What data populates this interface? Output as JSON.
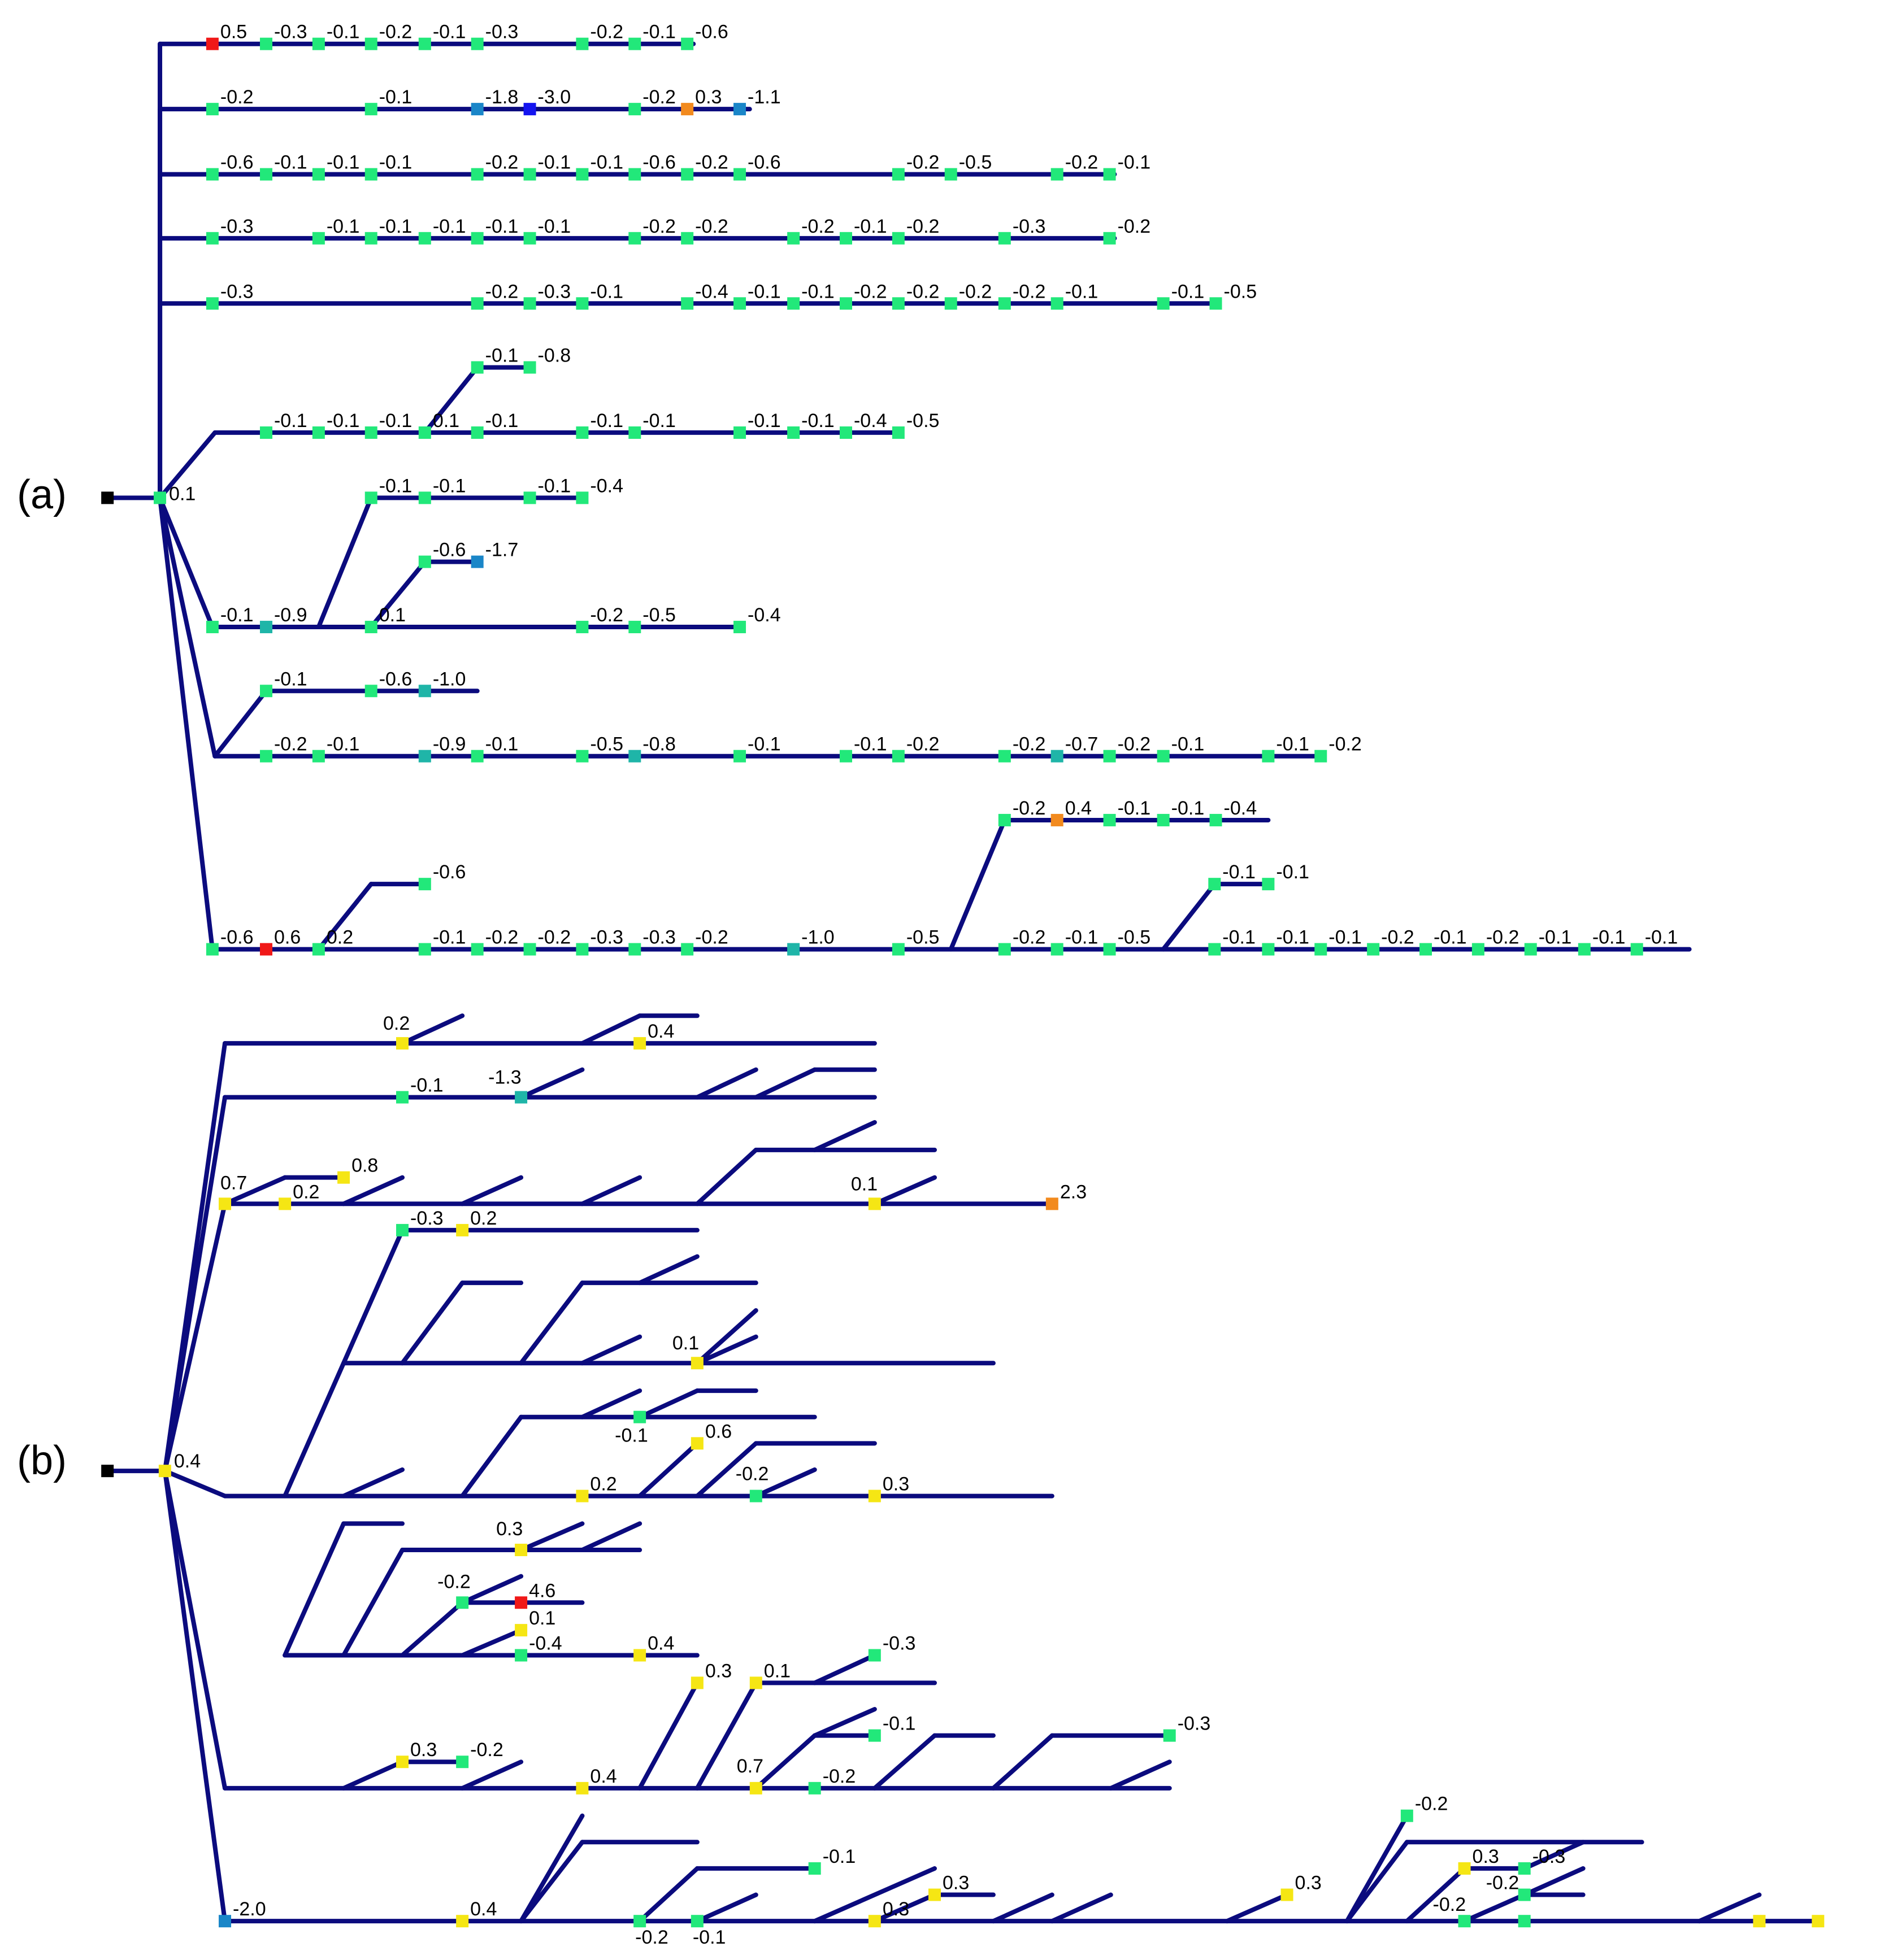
{
  "colors": {
    "line": "#0b0b7e",
    "root": "#000000",
    "green": "#22e87a",
    "teal": "#1fb5a8",
    "mid": "#1a86c8",
    "blue": "#1414f0",
    "yellow": "#f5e614",
    "orange": "#f28a1e",
    "red": "#f01818"
  },
  "panels": [
    {
      "id": "a",
      "label": "(a)",
      "root_value": "0.1"
    },
    {
      "id": "b",
      "label": "(b)",
      "root_value": "0.4"
    }
  ],
  "panel_a_rows": [
    [
      "0.5",
      "-0.3",
      "-0.1",
      "-0.2",
      "-0.1",
      "-0.3",
      "-0.2",
      "-0.1",
      "-0.6"
    ],
    [
      "-0.2",
      "-0.1",
      "-1.8",
      "-3.0",
      "-0.2",
      "0.3",
      "-1.1"
    ],
    [
      "-0.6",
      "-0.1",
      "-0.1",
      "-0.1",
      "-0.2",
      "-0.1",
      "-0.1",
      "-0.6",
      "-0.2",
      "-0.6",
      "-0.2",
      "-0.5",
      "-0.2",
      "-0.1"
    ],
    [
      "-0.3",
      "-0.1",
      "-0.1",
      "-0.1",
      "-0.1",
      "-0.1",
      "-0.2",
      "-0.2",
      "-0.2",
      "-0.1",
      "-0.2",
      "-0.3",
      "-0.2"
    ],
    [
      "-0.3",
      "-0.2",
      "-0.3",
      "-0.1",
      "-0.4",
      "-0.1",
      "-0.1",
      "-0.2",
      "-0.2",
      "-0.2",
      "-0.2",
      "-0.1",
      "-0.1",
      "-0.5"
    ],
    [
      "-0.1",
      "-0.8"
    ],
    [
      "-0.1",
      "-0.1",
      "-0.1",
      "0.1",
      "-0.1",
      "-0.1",
      "-0.1",
      "-0.1",
      "-0.1",
      "-0.4",
      "-0.5"
    ],
    [
      "-0.1",
      "-0.1",
      "-0.1",
      "-0.4"
    ],
    [
      "-0.6",
      "-1.7"
    ],
    [
      "-0.1",
      "-0.9",
      "0.1",
      "-0.2",
      "-0.5",
      "-0.4"
    ],
    [
      "-0.1",
      "-0.6",
      "-1.0"
    ],
    [
      "-0.2",
      "-0.1",
      "-0.9",
      "-0.1",
      "-0.5",
      "-0.8",
      "-0.1",
      "-0.1",
      "-0.2",
      "-0.2",
      "-0.7",
      "-0.2",
      "-0.1",
      "-0.1",
      "-0.2"
    ],
    [
      "-0.2",
      "0.4",
      "-0.1",
      "-0.1",
      "-0.4"
    ],
    [
      "-0.6"
    ],
    [
      "-0.1",
      "-0.1"
    ],
    [
      "-0.6",
      "0.6",
      "0.2",
      "-0.1",
      "-0.2",
      "-0.2",
      "-0.3",
      "-0.3",
      "-0.2",
      "-1.0",
      "-0.5",
      "-0.2",
      "-0.1",
      "-0.5",
      "-0.1",
      "-0.1",
      "-0.1",
      "-0.2",
      "-0.1",
      "-0.2",
      "-0.1",
      "-0.1",
      "-0.1"
    ]
  ],
  "panel_b_values": [
    "0.2",
    "0.4",
    "-0.1",
    "-1.3",
    "0.7",
    "0.8",
    "0.2",
    "0.1",
    "2.3",
    "-0.3",
    "0.2",
    "0.1",
    "-0.1",
    "0.6",
    "0.2",
    "-0.2",
    "0.3",
    "0.3",
    "-0.2",
    "4.6",
    "0.1",
    "-0.4",
    "0.4",
    "0.3",
    "0.1",
    "-0.3",
    "-0.1",
    "-0.3",
    "0.3",
    "-0.2",
    "0.4",
    "0.7",
    "-0.2",
    "-0.2",
    "0.3",
    "-0.3",
    "-0.2",
    "-2.0",
    "-0.1",
    "0.3",
    "0.3",
    "0.4",
    "-0.2",
    "-0.1",
    "0.3",
    "-0.2"
  ]
}
